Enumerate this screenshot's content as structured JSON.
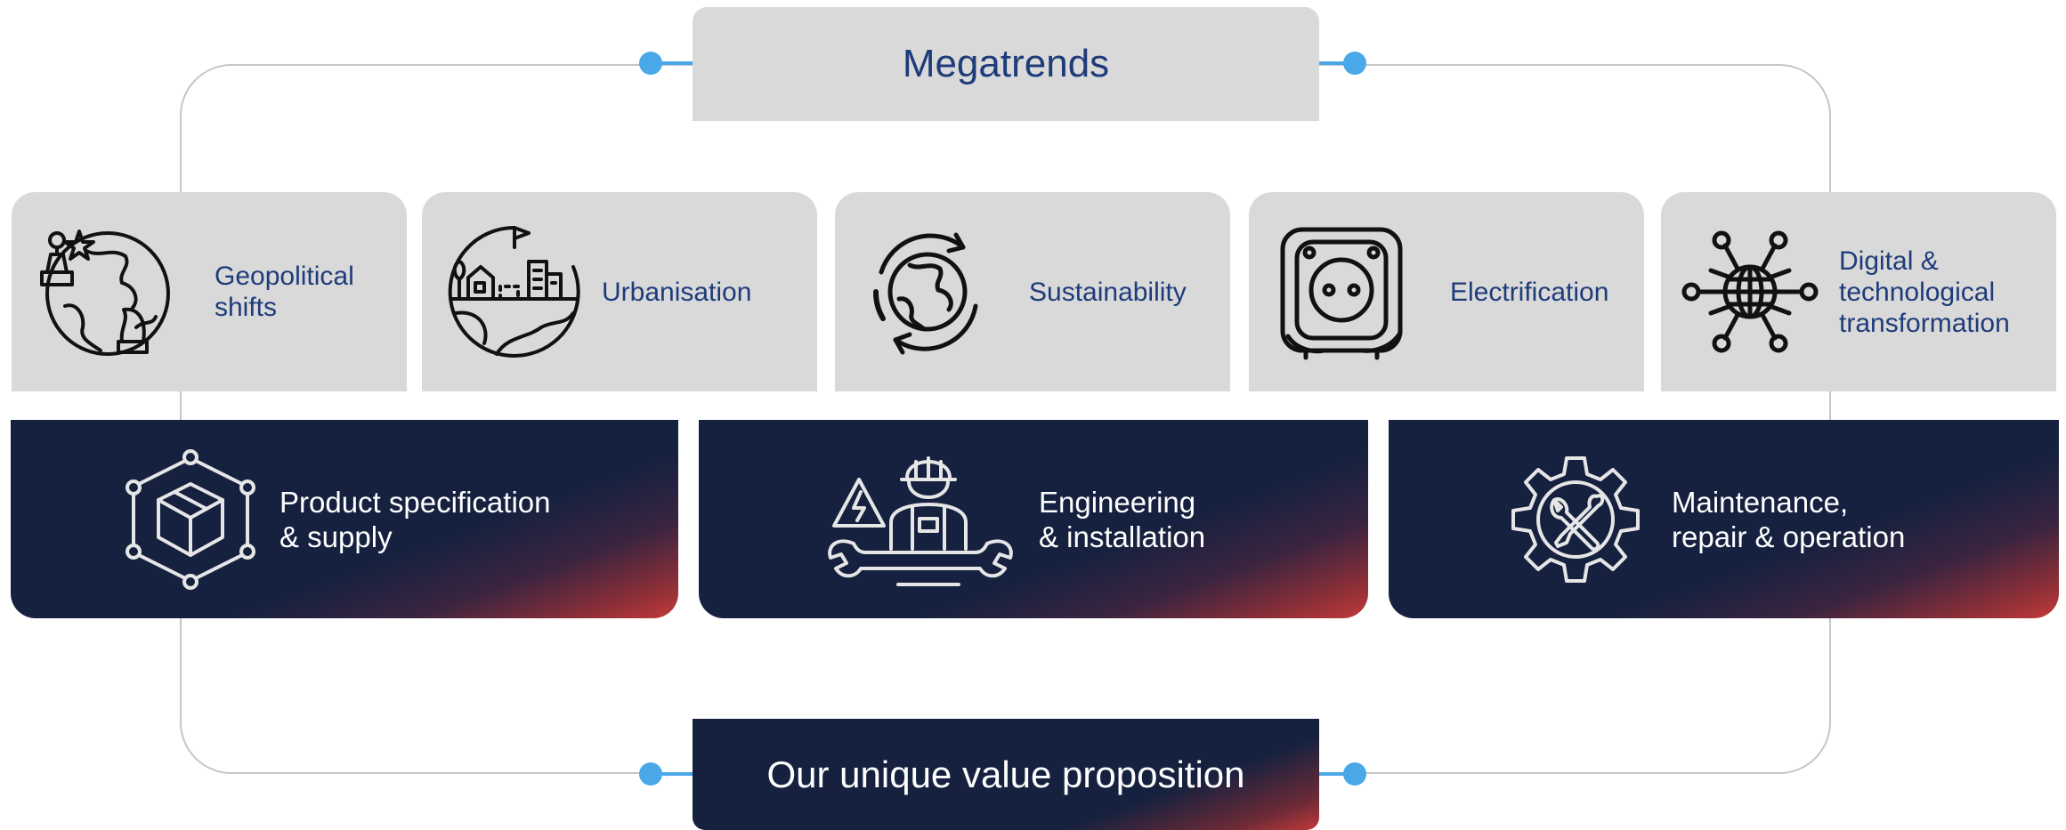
{
  "header": {
    "title": "Megatrends"
  },
  "megatrends": [
    {
      "label": "Geopolitical\nshifts",
      "icon": "globe-chess-icon"
    },
    {
      "label": "Urbanisation",
      "icon": "city-globe-icon"
    },
    {
      "label": "Sustainability",
      "icon": "recycle-globe-icon"
    },
    {
      "label": "Electrification",
      "icon": "power-socket-icon"
    },
    {
      "label": "Digital &\ntechnological\ntransformation",
      "icon": "network-globe-icon"
    }
  ],
  "value_chain": [
    {
      "label": "Product specification\n& supply",
      "icon": "cube-network-icon"
    },
    {
      "label": "Engineering\n& installation",
      "icon": "engineer-wrench-icon"
    },
    {
      "label": "Maintenance,\nrepair & operation",
      "icon": "gear-tools-icon"
    }
  ],
  "footer": {
    "title": "Our unique value proposition"
  },
  "colors": {
    "accent": "#4aa8e8",
    "navy": "#15213f",
    "trend_text": "#1e3b7a",
    "tile_bg": "#d9d9d9",
    "gradient_red": "#c23a3a"
  }
}
